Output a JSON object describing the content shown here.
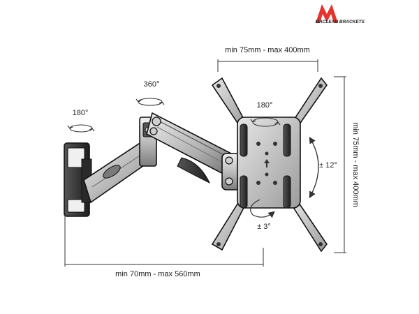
{
  "brand": {
    "name": "MACLEAN BRACKETS"
  },
  "labels": {
    "rot_wall": "180°",
    "rot_arm": "360°",
    "rot_plate": "180°",
    "tilt": "± 12°",
    "swivel": "± 3°"
  },
  "dimensions": {
    "vesa_horizontal": "min 75mm - max 400mm",
    "vesa_vertical": "min 75mm - max 400mm",
    "arm_extension": "min 70mm - max 560mm"
  },
  "colors": {
    "accent": "#e3342f",
    "metal_light": "#d9d9d9",
    "metal_mid": "#9a9a9a",
    "metal_dark": "#3a3a3a",
    "line": "#222222"
  }
}
